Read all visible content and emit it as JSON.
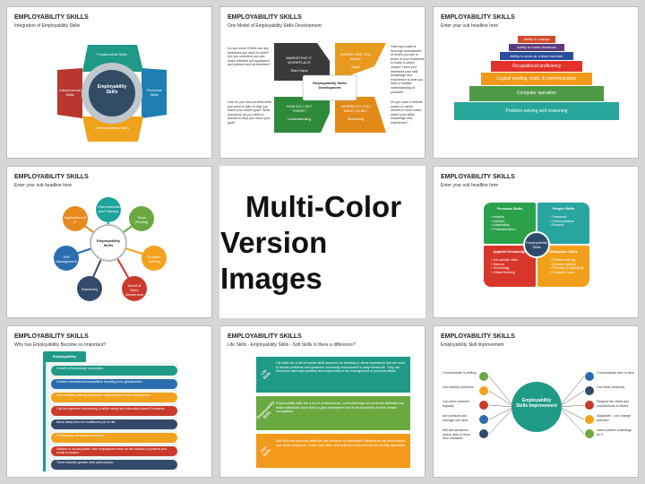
{
  "center": {
    "line1": "Multi-Color",
    "line2": "Version Images"
  },
  "slides": [
    {
      "title": "EMPLOYABILITY SKILLS",
      "subtitle": "Integration of Employability Skills",
      "center": "Employability Skills",
      "petals": [
        "Fundamental Skills",
        "Technical Skills",
        "Communication Skills",
        "Interpersonal Skills"
      ]
    },
    {
      "title": "EMPLOYABILITY SKILLS",
      "subtitle": "One Model of Employability Skills Development",
      "center": "Employability Skills Development",
      "arrows": [
        {
          "title": "MARKETING IT: WORKPLACE",
          "sub": "Start Gaps"
        },
        {
          "title": "WHERE ARE YOU NOW?",
          "sub": "Stock"
        },
        {
          "title": "WHERE DO YOU WANT TO BE?",
          "sub": "Reviewing"
        },
        {
          "title": "HOW DO I GET THERE?",
          "sub": "Understanding"
        }
      ],
      "notes": [
        "Do you know if there are any deadlines you need to meet? Are you confident you can make effective job application and perform well at interview?",
        "Have you made a thorough assessment of where you are in terms of your readiness to make a career choice? Have you assessed your skill, knowledge and experience so that you have a realistic understanding of yourself?",
        "How do you find out what skills you need to take to help you reach your career goal? What resources do you need to access to help you reach your goal?",
        "Do you have a definite career or career sectors in mind which match your skills, knowledge and experience?"
      ]
    },
    {
      "title": "EMPLOYABILITY SKILLS",
      "subtitle": "Enter your sub headline here",
      "steps": [
        "Ability to change",
        "Ability to make decisions",
        "Ability to work as a team member",
        "Occupational proficiency",
        "Logical reading, math, & communication",
        "Computer operation",
        "Problem-solving and reasoning"
      ]
    },
    {
      "title": "EMPLOYABILITY SKILLS",
      "subtitle": "Enter your sub headline here",
      "center": "Employability Skills",
      "nodes": [
        "Communication and Literacy",
        "Team Working",
        "Problem Solving",
        "World of Work Awareness",
        "Numeracy",
        "Self Management",
        "Application of IT"
      ]
    },
    {
      "title": "EMPLOYABILITY SKILLS",
      "subtitle": "Enter your sub headline here",
      "center": "Employability Skills",
      "quads": [
        {
          "title": "Personal Skills",
          "items": [
            "Integrity",
            "Initiative",
            "Adaptability",
            "Professionalism"
          ]
        },
        {
          "title": "People Skills",
          "items": [
            "Teamwork",
            "Communication",
            "Respect"
          ]
        },
        {
          "title": "Applied Knowledge",
          "items": [
            "Job specific skills",
            "Science",
            "Technology",
            "Critical thinking"
          ]
        },
        {
          "title": "Workplace Skills",
          "items": [
            "Problem solving",
            "Decision making",
            "Planning & organizing",
            "Customer focus"
          ]
        }
      ]
    },
    {
      "title": "EMPLOYABILITY SKILLS",
      "subtitle": "Why has Employability Become so Important?",
      "tab": "Employability",
      "bars": [
        "Growth of knowledge economies",
        "Greater international competitive resulting from globalization",
        "Less certainty among employers regarding the future requirement",
        "Call for improved forecasting of skills needs and education-based Scenarios",
        "Move away from the traditional job for life",
        "Freelancing unemployment levels",
        "Notions of social justice, with employment seen as the solution to poverty and social exclusion",
        "Trend towards greater civic participation"
      ]
    },
    {
      "title": "EMPLOYABILITY SKILLS",
      "subtitle": "Life Skills - Employability Skills - Soft Skills Is there a difference?",
      "bands": [
        {
          "tag": "Life Skills",
          "text": "Life skills are a set of human skills acquired via teaching or direct experience that are used to handle problems and questions commonly encountered in daily human life. They are behaviors used appropriately and responsibly in the management of personal affairs."
        },
        {
          "tag": "Employability Skills",
          "text": "Employability skills are a set of achievements, understandings and personal attributes that make individuals more likely to gain employment and to be successful in their chosen occupations."
        },
        {
          "tag": "Soft Skills",
          "text": "Soft skills are personal attributes that enhance an individual's interactions, job performance and career prospects. Unlike hard skills, soft skills are interpersonal and broadly applicable."
        }
      ]
    },
    {
      "title": "EMPLOYABILITY SKILLS",
      "subtitle": "Employability Skill Improvement",
      "center": "Employability Skills Improvement",
      "left": [
        "Communicate in writing",
        "Can identify problems",
        "Can solve problem logically",
        "Are punctual and manage own time",
        "Will ask questions and/or able to learn from mistakes"
      ],
      "right": [
        "Communicate face to face",
        "Can think creatively",
        "Respect the views and contributions of others",
        "Adaptable - can change direction",
        "Have positive outlook/go for it"
      ]
    }
  ]
}
